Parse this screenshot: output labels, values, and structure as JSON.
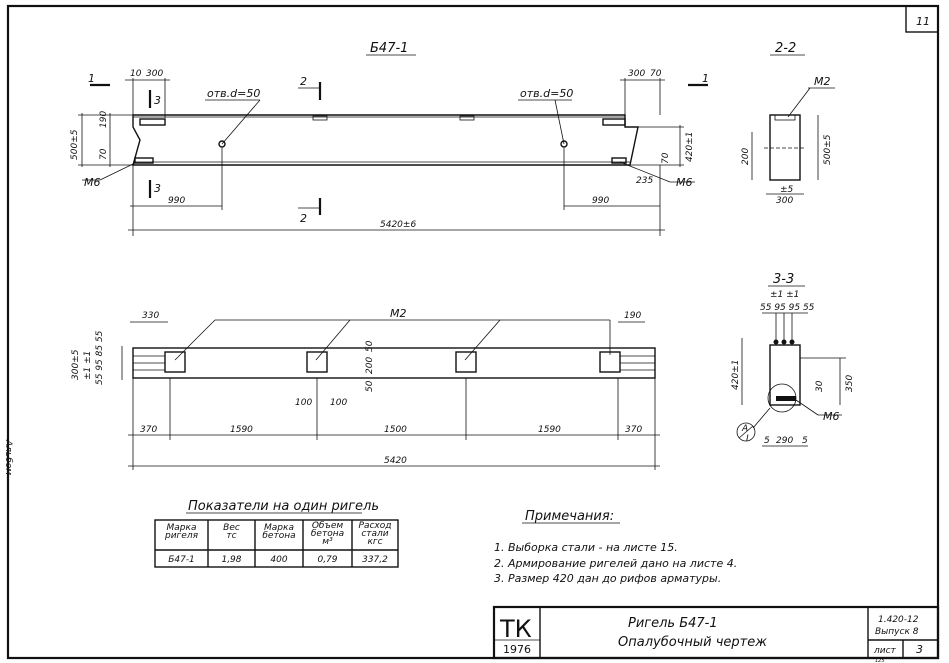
{
  "sheet": {
    "page_no": "11",
    "footer": "125"
  },
  "view_main": {
    "title": "Б47-1",
    "cut_1": "1",
    "cut_2": "2",
    "cut_3": "3",
    "note_hole_left": "отв.d=50",
    "note_hole_right": "отв.d=50",
    "marker_m6_left": "М6",
    "marker_m6_right": "М6",
    "dims": {
      "top_left_a": "10",
      "top_left_b": "300",
      "top_right_a": "300",
      "top_right_b": "70",
      "left_190": "190",
      "left_70": "70",
      "left_height": "500±5",
      "right_height": "420±1",
      "right_70": "70",
      "right_235": "235",
      "hole_left": "990",
      "hole_right": "990",
      "total": "5420±6"
    }
  },
  "section_22": {
    "title": "2-2",
    "marker": "М2",
    "dim_left": "200",
    "dim_right": "500±5",
    "dim_bottom_a": "±5",
    "dim_bottom_b": "300"
  },
  "view_plan": {
    "marker": "М2",
    "dims": {
      "top_left": "330",
      "top_right": "190",
      "left_stack": "300±5",
      "left_tol": "±1 ±1",
      "left_small": "55 95 85 55",
      "mid_50a": "50",
      "mid_200": "200",
      "mid_50b": "50",
      "w100a": "100",
      "w100b": "100",
      "seg_370_left": "370",
      "seg_1590_left": "1590",
      "seg_1500": "1500",
      "seg_1590_right": "1590",
      "seg_370_right": "370",
      "total": "5420"
    }
  },
  "section_33": {
    "title": "3-3",
    "tol": "±1 ±1",
    "top_dims": "55 95 95 55",
    "left_dim": "420±1",
    "right_dim": "350",
    "small_dim": "30",
    "marker": "М6",
    "callout_top": "А",
    "callout_bottom": "I",
    "bottom_left": "5",
    "bottom_mid": "290",
    "bottom_right": "5"
  },
  "indicators": {
    "title": "Показатели на один ригель",
    "headers": [
      "Марка ригеля",
      "Вес тс",
      "Марка бетона",
      "Объем бетона м³",
      "Расход стали кгс"
    ],
    "rows": [
      [
        "Б47-1",
        "1,98",
        "400",
        "0,79",
        "337,2"
      ]
    ]
  },
  "notes": {
    "title": "Примечания:",
    "items": [
      "1. Выборка стали - на листе 15.",
      "2. Армирование ригелей дано на листе 4.",
      "3. Размер 420 дан до рифов арматуры."
    ]
  },
  "title_block": {
    "logo": "ТК",
    "year": "1976",
    "line1": "Ригель Б47-1",
    "line2": "Опалубочный чертеж",
    "series": "1.420-12",
    "issue": "Выпуск 8",
    "sheet_label": "лист",
    "sheet_no": "3"
  },
  "side_stamp": {
    "text": "Альбом"
  }
}
